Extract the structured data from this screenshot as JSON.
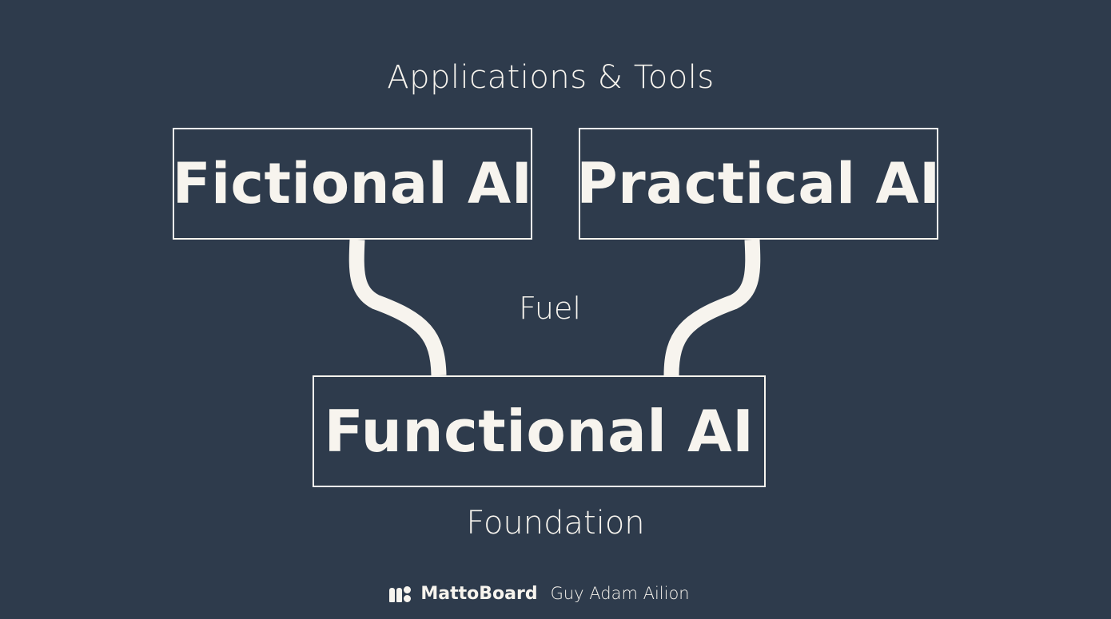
{
  "diagram": {
    "top_label": "Applications & Tools",
    "middle_label": "Fuel",
    "bottom_label": "Foundation",
    "boxes": {
      "fictional": "Fictional AI",
      "practical": "Practical AI",
      "functional": "Functional AI"
    }
  },
  "footer": {
    "brand": "MattoBoard",
    "author": "Guy Adam Ailion"
  },
  "colors": {
    "background": "#2e3b4c",
    "foreground": "#f7f4ee"
  }
}
